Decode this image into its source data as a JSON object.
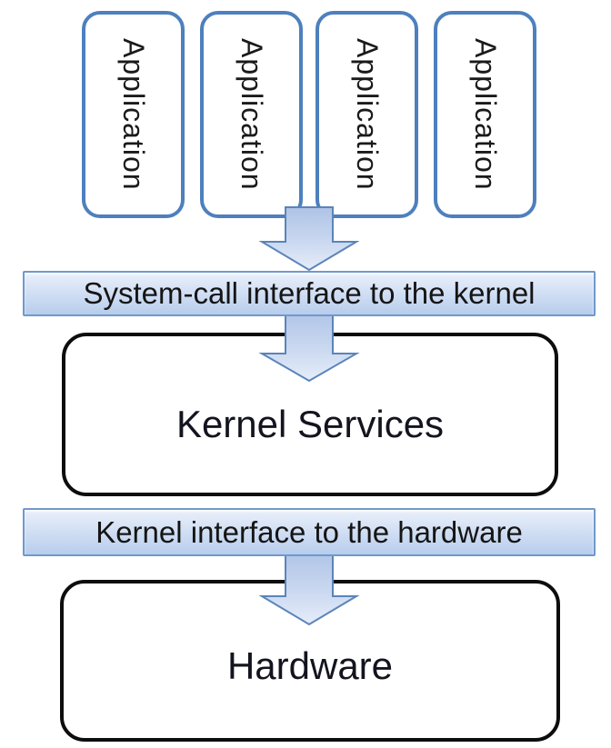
{
  "diagram": {
    "title_hint": "OS kernel architecture flow",
    "applications": [
      {
        "label": "Application"
      },
      {
        "label": "Application"
      },
      {
        "label": "Application"
      },
      {
        "label": "Application"
      }
    ],
    "system_call_bar": {
      "label": "System-call interface to the kernel"
    },
    "kernel_box": {
      "label": "Kernel Services"
    },
    "hardware_interface_bar": {
      "label": "Kernel interface to the hardware"
    },
    "hardware_box": {
      "label": "Hardware"
    },
    "icons": {
      "flow_arrow": "down-block-arrow"
    },
    "colors": {
      "app_box_border": "#4d80bd",
      "bar_border": "#7099cc",
      "bar_gradient_top": "#eaf0fb",
      "bar_gradient_bottom": "#b7cdec",
      "arrow_border": "#5b84ba",
      "arrow_gradient_top": "#aec3e6",
      "arrow_gradient_bottom": "#e6edf9",
      "big_box_border": "#0d0d0d",
      "text": "#1a1a1a",
      "background": "#ffffff"
    }
  }
}
